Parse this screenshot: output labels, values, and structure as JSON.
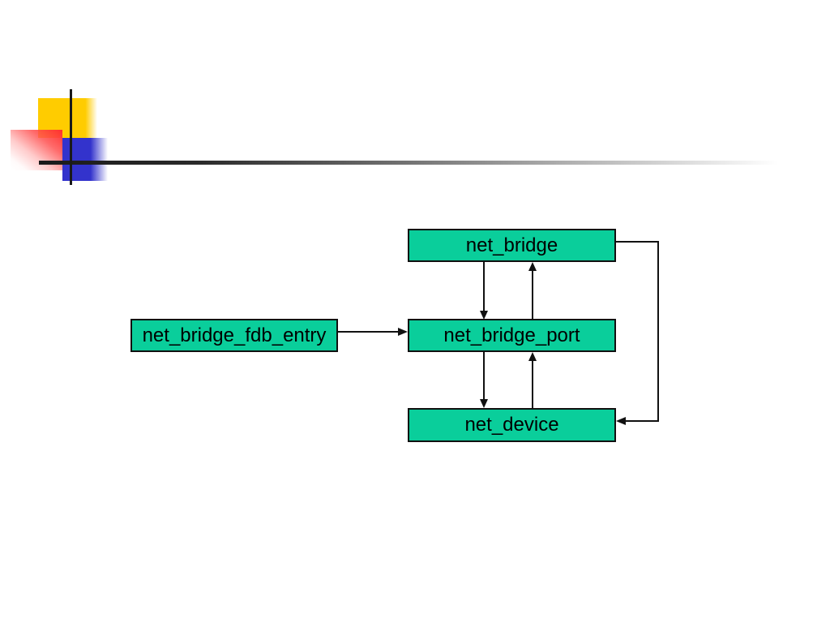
{
  "slide": {
    "colors": {
      "background": "#ffffff",
      "node_fill": "#0ACE9B",
      "node_border": "#101010",
      "arrow": "#111111",
      "deco_yellow": "#FFCC00",
      "deco_red": "#FF3030",
      "deco_blue": "#3333CC",
      "deco_line": "#1a1a1a"
    },
    "diagram": {
      "nodes": [
        {
          "id": "net_bridge",
          "label": "net_bridge"
        },
        {
          "id": "net_bridge_fdb_entry",
          "label": "net_bridge_fdb_entry"
        },
        {
          "id": "net_bridge_port",
          "label": "net_bridge_port"
        },
        {
          "id": "net_device",
          "label": "net_device"
        }
      ],
      "edges": [
        {
          "from": "net_bridge",
          "to": "net_bridge_port"
        },
        {
          "from": "net_bridge_port",
          "to": "net_bridge"
        },
        {
          "from": "net_bridge_fdb_entry",
          "to": "net_bridge_port"
        },
        {
          "from": "net_bridge_port",
          "to": "net_device"
        },
        {
          "from": "net_device",
          "to": "net_bridge_port"
        },
        {
          "from": "net_bridge",
          "to": "net_device"
        }
      ]
    }
  }
}
